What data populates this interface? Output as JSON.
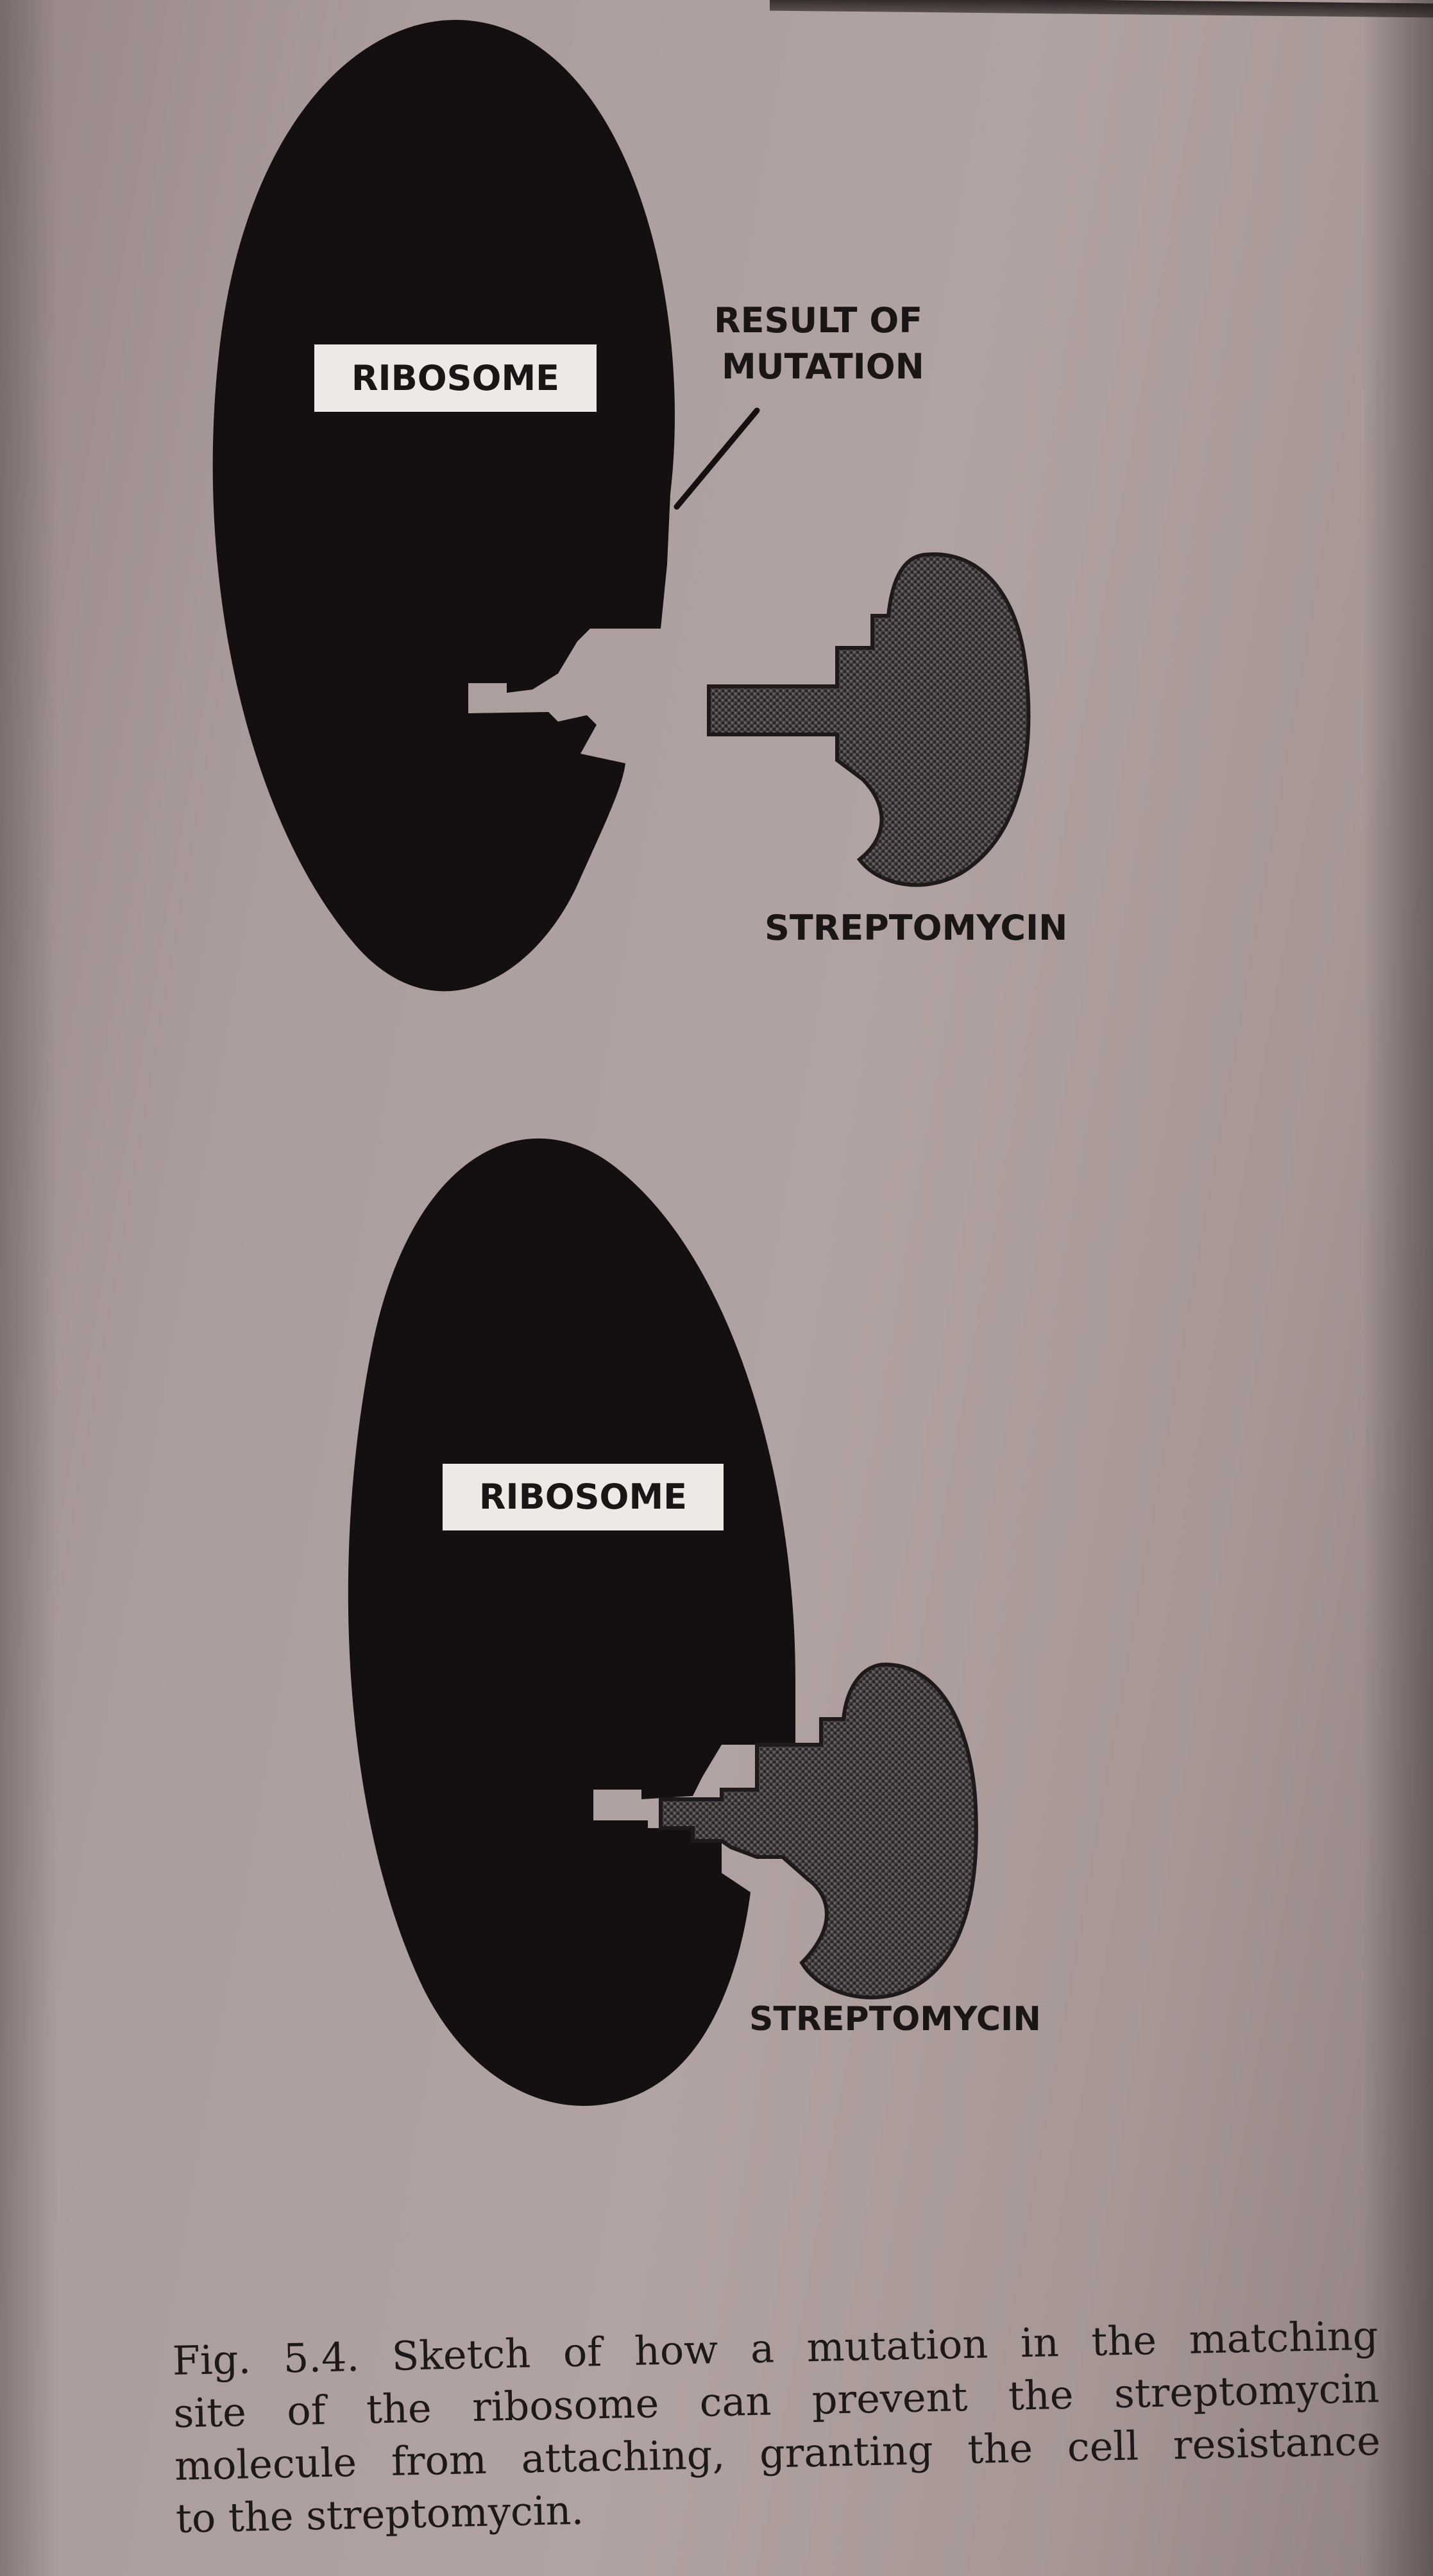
{
  "figure": {
    "top": {
      "ribosome_label": "RIBOSOME",
      "annotation_line1": "RESULT OF",
      "annotation_line2": "MUTATION",
      "molecule_label": "STREPTOMYCIN"
    },
    "bottom": {
      "ribosome_label": "RIBOSOME",
      "molecule_label": "STREPTOMYCIN"
    }
  },
  "caption": {
    "line1": "Fig. 5.4. Sketch of how a mutation in the matching",
    "line2": "site of  the ribosome can prevent the streptomycin",
    "line3": "molecule from attaching, granting the cell resistance",
    "line4": "to the streptomycin."
  },
  "colors": {
    "ribosome": "#141011",
    "streptomycin": "#4a4344",
    "page": "#ab9d9b",
    "label_box": "#efe9e6"
  }
}
